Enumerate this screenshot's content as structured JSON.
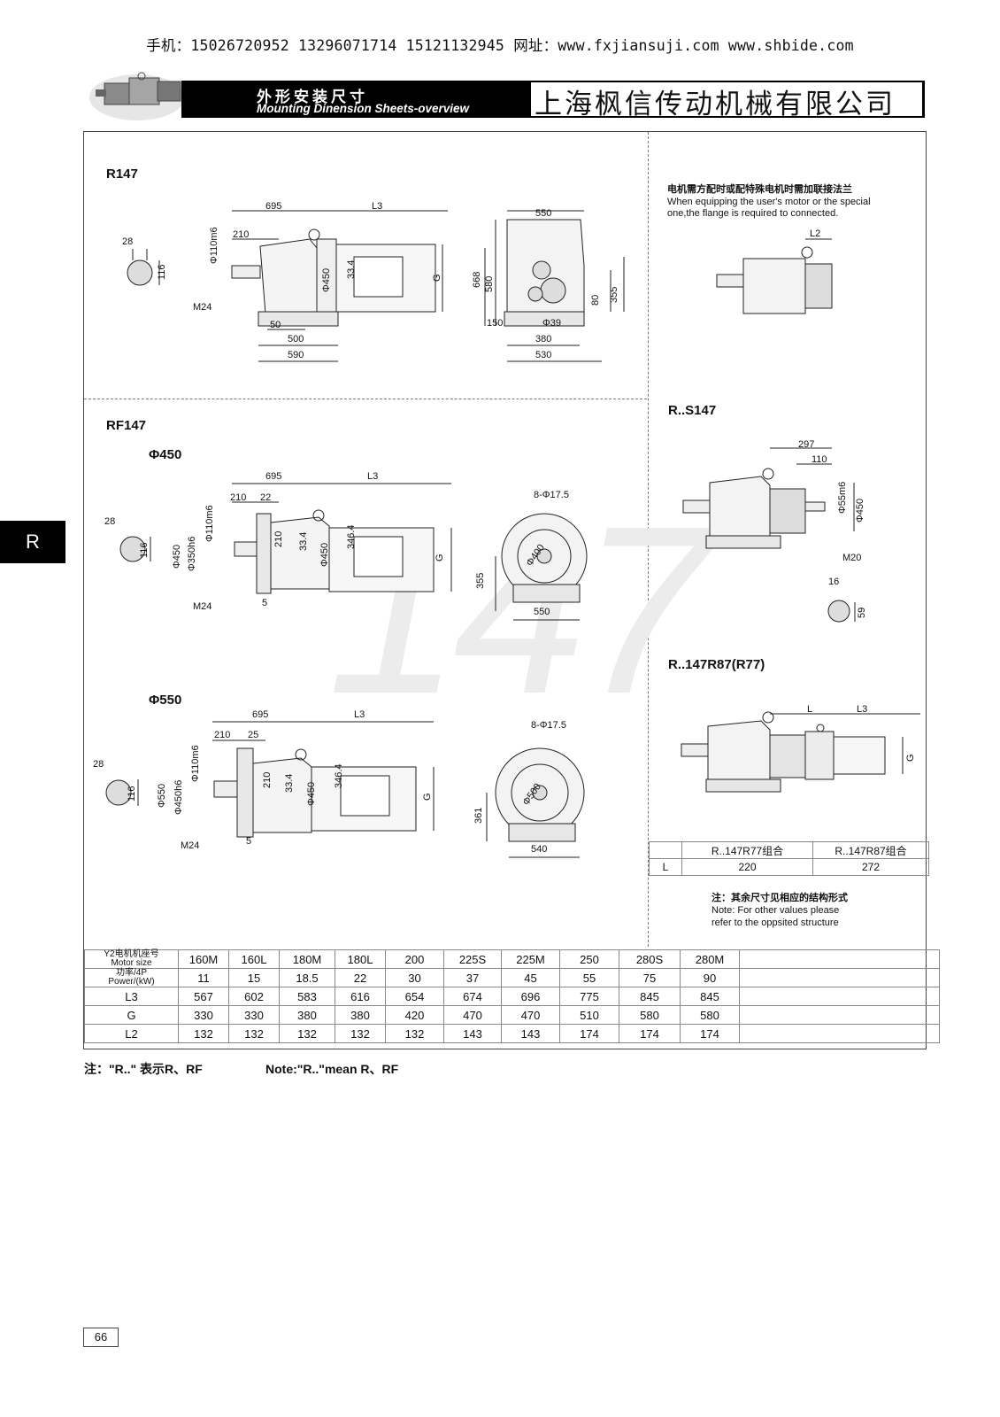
{
  "header": {
    "contact": "手机：15026720952  13296071714  15121132945 网址：www.fxjiansuji.com  www.shbide.com",
    "banner_cn": "外形安装尺寸",
    "banner_en": "Mounting Dinension Sheets-overview",
    "company": "上海枫信传动机械有限公司"
  },
  "side_tab": "R",
  "watermark": "147",
  "sections": {
    "r147": "R147",
    "rf147": "RF147",
    "phi450": "Φ450",
    "phi550": "Φ550",
    "rs147": "R..S147",
    "r147r87": "R..147R87(R77)"
  },
  "flange_note": {
    "cn": "电机需方配时或配特殊电机时需加联接法兰",
    "en1": "When equipping the user's motor or the special",
    "en2": "one,the flange is required to connected."
  },
  "dims": {
    "r147_side": [
      "695",
      "L3",
      "210",
      "Φ110m6",
      "33.4",
      "Φ450",
      "G",
      "M24",
      "50",
      "500",
      "590"
    ],
    "r147_key": [
      "28",
      "116"
    ],
    "r147_end": [
      "550",
      "668",
      "580",
      "80",
      "355",
      "150",
      "Φ39",
      "380",
      "530"
    ],
    "flange": [
      "L2"
    ],
    "rf450_side": [
      "695",
      "L3",
      "210",
      "22",
      "Φ110m6",
      "210",
      "33.4",
      "Φ450",
      "346.4",
      "G",
      "Φ450",
      "Φ350h6",
      "M24",
      "5"
    ],
    "rf450_key": [
      "28",
      "116"
    ],
    "rf450_end": [
      "8-Φ17.5",
      "Φ400",
      "355",
      "550"
    ],
    "rf550_side": [
      "695",
      "L3",
      "210",
      "25",
      "Φ110m6",
      "210",
      "33.4",
      "Φ450",
      "346.4",
      "G",
      "Φ550",
      "Φ450h6",
      "M24",
      "5"
    ],
    "rf550_key": [
      "28",
      "116"
    ],
    "rf550_end": [
      "8-Φ17.5",
      "Φ500",
      "361",
      "540"
    ],
    "rs147": [
      "297",
      "110",
      "Φ55m6",
      "Φ450",
      "M20",
      "16",
      "59"
    ],
    "r147r87": [
      "L",
      "L3",
      "G"
    ]
  },
  "combo_table": {
    "headers": [
      "",
      "R..147R77组合",
      "R..147R87组合"
    ],
    "row_label": "L",
    "values": [
      "220",
      "272"
    ]
  },
  "other_note": {
    "cn": "注：其余尺寸见相应的结构形式",
    "en1": "Note: For other values please",
    "en2": "refer to the oppsited structure"
  },
  "spec_table": {
    "motor_label_cn": "Y2电机机座号",
    "motor_label_en": "Motor size",
    "power_label_cn": "功率/4P",
    "power_label_en": "Power/(kW)",
    "motor_sizes": [
      "160M",
      "160L",
      "180M",
      "180L",
      "200",
      "225S",
      "225M",
      "250",
      "280S",
      "280M"
    ],
    "power": [
      "11",
      "15",
      "18.5",
      "22",
      "30",
      "37",
      "45",
      "55",
      "75",
      "90"
    ],
    "rows": [
      {
        "label": "L3",
        "values": [
          "567",
          "602",
          "583",
          "616",
          "654",
          "674",
          "696",
          "775",
          "845",
          "845"
        ]
      },
      {
        "label": "G",
        "values": [
          "330",
          "330",
          "380",
          "380",
          "420",
          "470",
          "470",
          "510",
          "580",
          "580"
        ]
      },
      {
        "label": "L2",
        "values": [
          "132",
          "132",
          "132",
          "132",
          "132",
          "143",
          "143",
          "174",
          "174",
          "174"
        ]
      }
    ]
  },
  "footnote": {
    "cn": "注：\"R..\" 表示R、RF",
    "en": "Note:\"R..\"mean R、RF"
  },
  "page_number": "66"
}
